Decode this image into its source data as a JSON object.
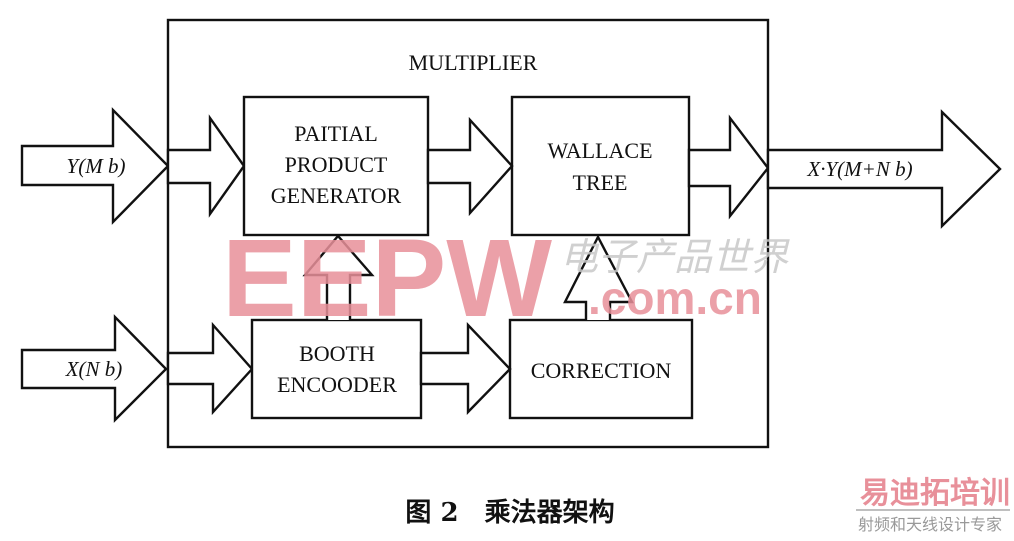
{
  "diagram": {
    "title": "MULTIPLIER",
    "blocks": {
      "ppg": [
        "PAITIAL",
        "PRODUCT",
        "GENERATOR"
      ],
      "wallace": [
        "WALLACE",
        "TREE"
      ],
      "booth": [
        "BOOTH",
        "ENCOODER"
      ],
      "correction": [
        "CORRECTION"
      ]
    },
    "inputs": {
      "y": "Y(M b)",
      "x": "X(N b)"
    },
    "output": "X·Y(M+N b)"
  },
  "caption": "图 2　乘法器架构",
  "watermark": {
    "brand": "EEPW",
    "domain": ".com.cn",
    "chinese": "电子产品世界",
    "logo_main": "易迪拓培训",
    "logo_sub": "射频和天线设计专家",
    "colors": {
      "red": "#e8909a",
      "grey": "#c8c8c8",
      "blue": "#7fa6d6"
    }
  }
}
